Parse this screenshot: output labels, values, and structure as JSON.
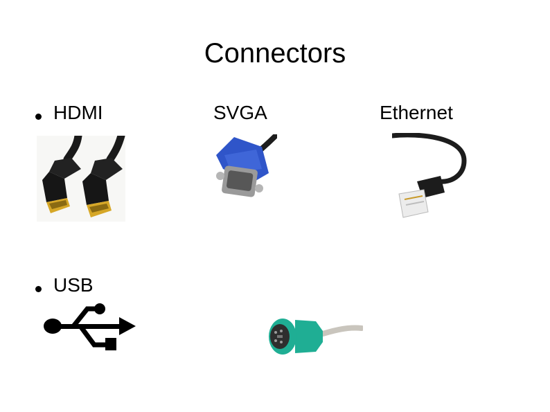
{
  "slide": {
    "title": "Connectors",
    "bullets": [
      {
        "label": "HDMI"
      },
      {
        "label": "USB"
      }
    ],
    "column_labels": {
      "svga": "SVGA",
      "ethernet": "Ethernet"
    },
    "images": [
      {
        "name": "hdmi-cable-image",
        "colors": [
          "#1a1a1a",
          "#d6a727"
        ]
      },
      {
        "name": "vga-connector-image",
        "colors": [
          "#2f55c9",
          "#9a9a9a"
        ]
      },
      {
        "name": "ethernet-cable-image",
        "colors": [
          "#1c1c1c",
          "#e8e8e8"
        ]
      },
      {
        "name": "usb-icon",
        "colors": [
          "#000000"
        ]
      },
      {
        "name": "ps2-connector-image",
        "colors": [
          "#1fae94",
          "#c9c5bd"
        ]
      }
    ]
  }
}
